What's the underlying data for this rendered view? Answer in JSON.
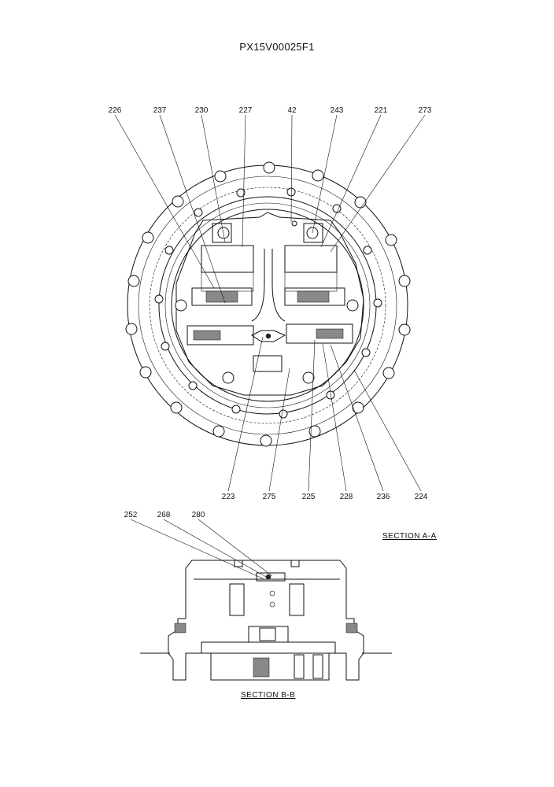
{
  "title": "PX15V00025F1",
  "callouts_top": [
    "226",
    "237",
    "230",
    "227",
    "42",
    "243",
    "221",
    "273"
  ],
  "callouts_bottom": [
    "223",
    "275",
    "225",
    "228",
    "236",
    "224"
  ],
  "callouts_section": [
    "252",
    "268",
    "280"
  ],
  "section_a": "SECTION  A-A",
  "section_b": "SECTION  B-B"
}
